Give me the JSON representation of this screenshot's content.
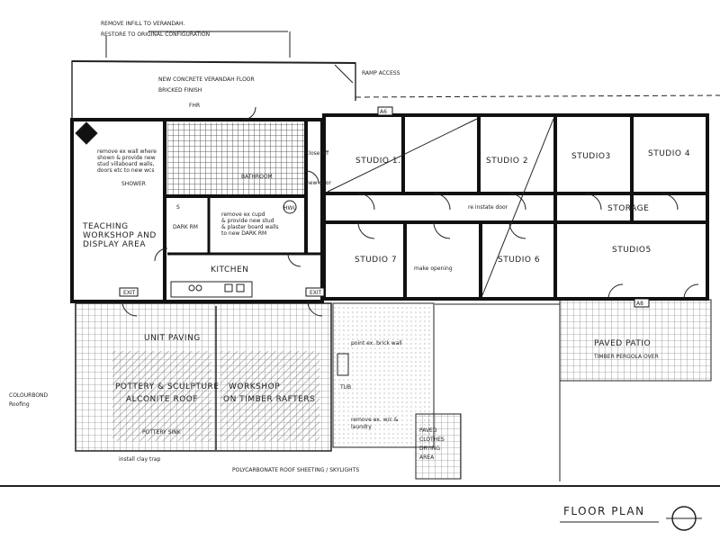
{
  "notes": {
    "remove_infill": "REMOVE INFILL TO VERANDAH.",
    "restore_config": "RESTORE TO ORIGINAL CONFIGURATION",
    "new_verandah_1": "NEW CONCRETE VERANDAH FLOOR",
    "new_verandah_2": "BRICKED FINISH",
    "ramp_access": "RAMP ACCESS",
    "fhr": "FHR",
    "teaching_note_1": "remove ex wall where",
    "teaching_note_2": "shown & provide new",
    "teaching_note_3": "stud villaboard walls,",
    "teaching_note_4": "doors etc to new wcs",
    "shower": "SHOWER",
    "bathroom": "BATHROOM",
    "close_off": "close off",
    "new_door": "new door",
    "kitchen_note_1": "remove ex cupd",
    "kitchen_note_2": "& provide new stud",
    "kitchen_note_3": "& plaster board walls",
    "kitchen_note_4": "to new DARK RM",
    "reinstate_door": "re instate door",
    "make_opening": "make opening",
    "point_wall": "point ex. brick wall",
    "tub": "TUB",
    "remove_wc": "remove ex. w/c &",
    "laundry": "laundry",
    "polycarb": "POLYCARBONATE ROOF SHEETING / SKYLIGHTS",
    "clay_trap": "install clay trap",
    "colorbond_1": "COLOURBOND",
    "colorbond_2": "Roofing",
    "pottery_sink": "POTTERY SINK"
  },
  "rooms": {
    "studio1": "STUDIO 1.",
    "studio2": "STUDIO 2",
    "studio3": "STUDIO3",
    "studio4": "STUDIO 4",
    "studio5": "STUDIO5",
    "studio6": "STUDIO 6",
    "studio7": "STUDIO 7",
    "storage": "STORAGE",
    "teaching_1": "TEACHING",
    "teaching_2": "WORKSHOP AND",
    "teaching_3": "DISPLAY AREA",
    "dark_rm": "DARK RM",
    "kitchen": "KITCHEN",
    "unit_paving": "UNIT PAVING",
    "pottery_1": "POTTERY & SCULPTURE",
    "pottery_2": "ALCONITE ROOF",
    "workshop_1": "WORKSHOP",
    "workshop_2": "ON TIMBER RAFTERS",
    "patio_1": "PAVED PATIO",
    "patio_2": "TIMBER PERGOLA OVER",
    "drying_1": "PAVED",
    "drying_2": "CLOTHES",
    "drying_3": "DRYING",
    "drying_4": "AREA"
  },
  "markers": {
    "exit": "EXIT",
    "a6": "A6",
    "a8": "A8",
    "hwu": "HWU",
    "s": "S"
  },
  "title": "FLOOR PLAN"
}
